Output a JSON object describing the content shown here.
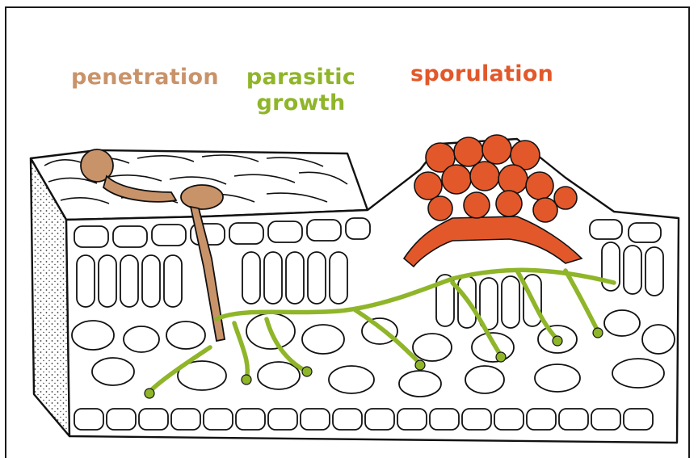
{
  "labels": {
    "penetration": "penetration",
    "parasitic_line1": "parasitic",
    "parasitic_line2": "growth",
    "sporulation": "sporulation"
  },
  "colors": {
    "penetration": "#c9936a",
    "parasitic": "#8fb529",
    "sporulation": "#e2582b",
    "outline": "#111111"
  }
}
